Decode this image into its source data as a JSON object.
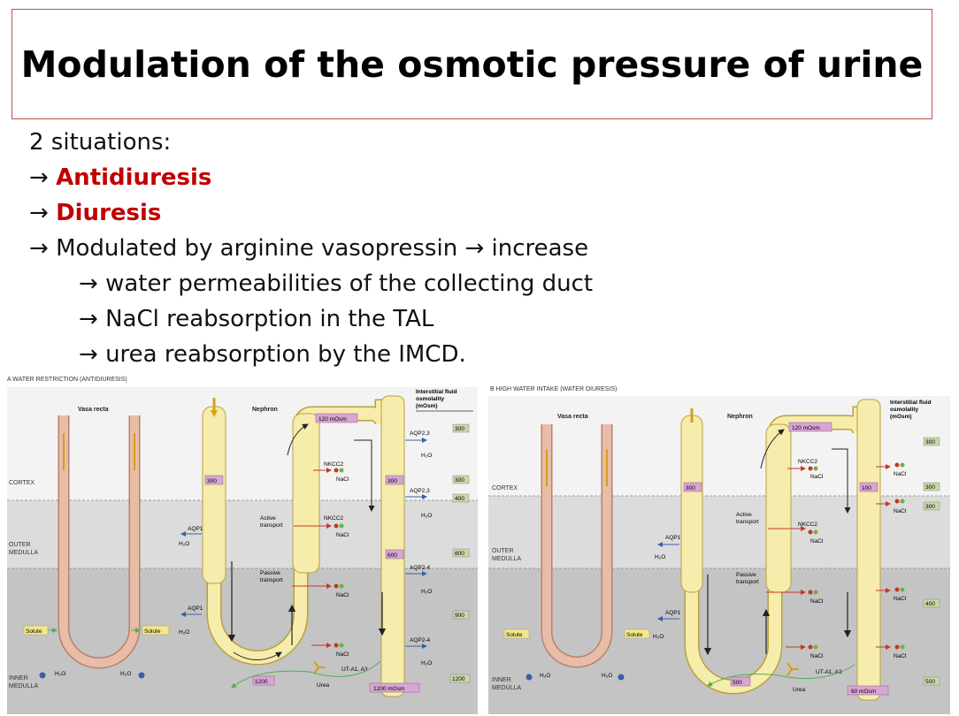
{
  "slide": {
    "title": "Modulation of the osmotic pressure of urine",
    "intro": "2 situations:",
    "arrow": "→",
    "items": [
      {
        "text": "Antidiuresis",
        "color": "#c00000"
      },
      {
        "text": "Diuresis",
        "color": "#c00000"
      },
      {
        "text": "Modulated by arginine vasopressin → increase",
        "color": "#111111"
      }
    ],
    "subitems": [
      "water permeabilities of the collecting duct",
      "NaCl reabsorption in the TAL",
      "urea reabsorption by the IMCD."
    ]
  },
  "figure": {
    "panel_a": {
      "label": "A  WATER RESTRICTION (ANTIDIURESIS)",
      "vasa_recta": "Vasa recta",
      "nephron": "Nephron",
      "osm_title_1": "Interstitial fluid",
      "osm_title_2": "osmolality",
      "osm_title_3": "(mOsm)",
      "zone_cortex": "CORTEX",
      "zone_outer_1": "OUTER",
      "zone_outer_2": "MEDULLA",
      "zone_inner_1": "INNER",
      "zone_inner_2": "MEDULLA",
      "tubule_top": "120 mOsm",
      "tubule_bottom": "1200 mOsm",
      "box_300_pt": "300",
      "box_300_dt": "300",
      "box_600": "600",
      "box_1200": "1200",
      "osm_values": [
        "300",
        "300",
        "400",
        "600",
        "900",
        "1200"
      ],
      "aqp_cd": [
        "AQP2,3",
        "AQP2,3",
        "AQP2-4",
        "AQP2-4"
      ],
      "h2o": "H₂O",
      "nkcc2": "NKCC2",
      "nacl": "NaCl",
      "active_1": "Active",
      "active_2": "transport",
      "passive_1": "Passive",
      "passive_2": "transport",
      "aqp1": "AQP1",
      "solute": "Solute",
      "ut": "UT-A1, A3",
      "urea": "Urea"
    },
    "panel_b": {
      "label": "B  HIGH WATER INTAKE (WATER DIURESIS)",
      "vasa_recta": "Vasa recta",
      "nephron": "Nephron",
      "osm_title_1": "Interstitial fluid",
      "osm_title_2": "osmolality",
      "osm_title_3": "(mOsm)",
      "zone_cortex": "CORTEX",
      "zone_outer_1": "OUTER",
      "zone_outer_2": "MEDULLA",
      "zone_inner_1": "INNER",
      "zone_inner_2": "MEDULLA",
      "tubule_top": "120 mOsm",
      "tubule_bottom": "60 mOsm",
      "box_300_pt": "300",
      "box_100": "100",
      "box_500": "500",
      "osm_values": [
        "300",
        "300",
        "300",
        "400",
        "500"
      ],
      "h2o": "H₂O",
      "nkcc2": "NKCC2",
      "nacl": "NaCl",
      "active_1": "Active",
      "active_2": "transport",
      "passive_1": "Passive",
      "passive_2": "transport",
      "aqp1": "AQP1",
      "solute": "Solute",
      "ut": "UT-A1, A3",
      "urea": "Urea"
    }
  }
}
